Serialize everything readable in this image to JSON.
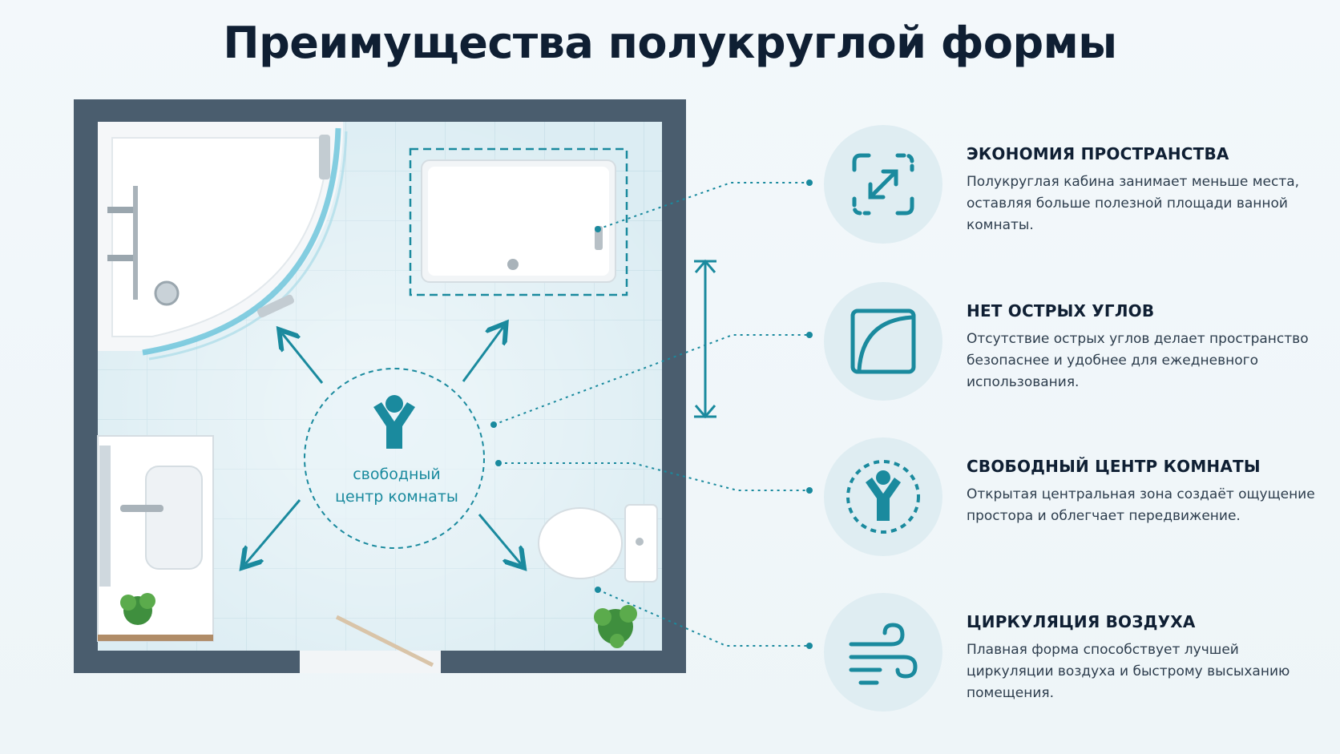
{
  "title": "Преимущества полукруглой формы",
  "center_label_line1": "свободный",
  "center_label_line2": "центр комнаты",
  "colors": {
    "accent": "#1a8a9e",
    "wall": "#4a5d6e",
    "floor": "#dcedf3",
    "icon_bg": "#dfedf2"
  },
  "features": [
    {
      "icon": "expand-arrows-icon",
      "title": "ЭКОНОМИЯ ПРОСТРАНСТВА",
      "desc": "Полукруглая кабина занимает меньше места, оставляя больше полезной площади ванной комнаты."
    },
    {
      "icon": "rounded-corner-icon",
      "title": "НЕТ ОСТРЫХ УГЛОВ",
      "desc": "Отсутствие острых углов делает пространство безопаснее и удобнее для ежедневного использования."
    },
    {
      "icon": "person-circle-icon",
      "title": "СВОБОДНЫЙ ЦЕНТР КОМНАТЫ",
      "desc": "Открытая центральная зона создаёт ощущение простора и облегчает передвижение."
    },
    {
      "icon": "air-flow-icon",
      "title": "ЦИРКУЛЯЦИЯ ВОЗДУХА",
      "desc": "Плавная форма способствует лучшей циркуляции воздуха и быстрому высыханию помещения."
    }
  ]
}
